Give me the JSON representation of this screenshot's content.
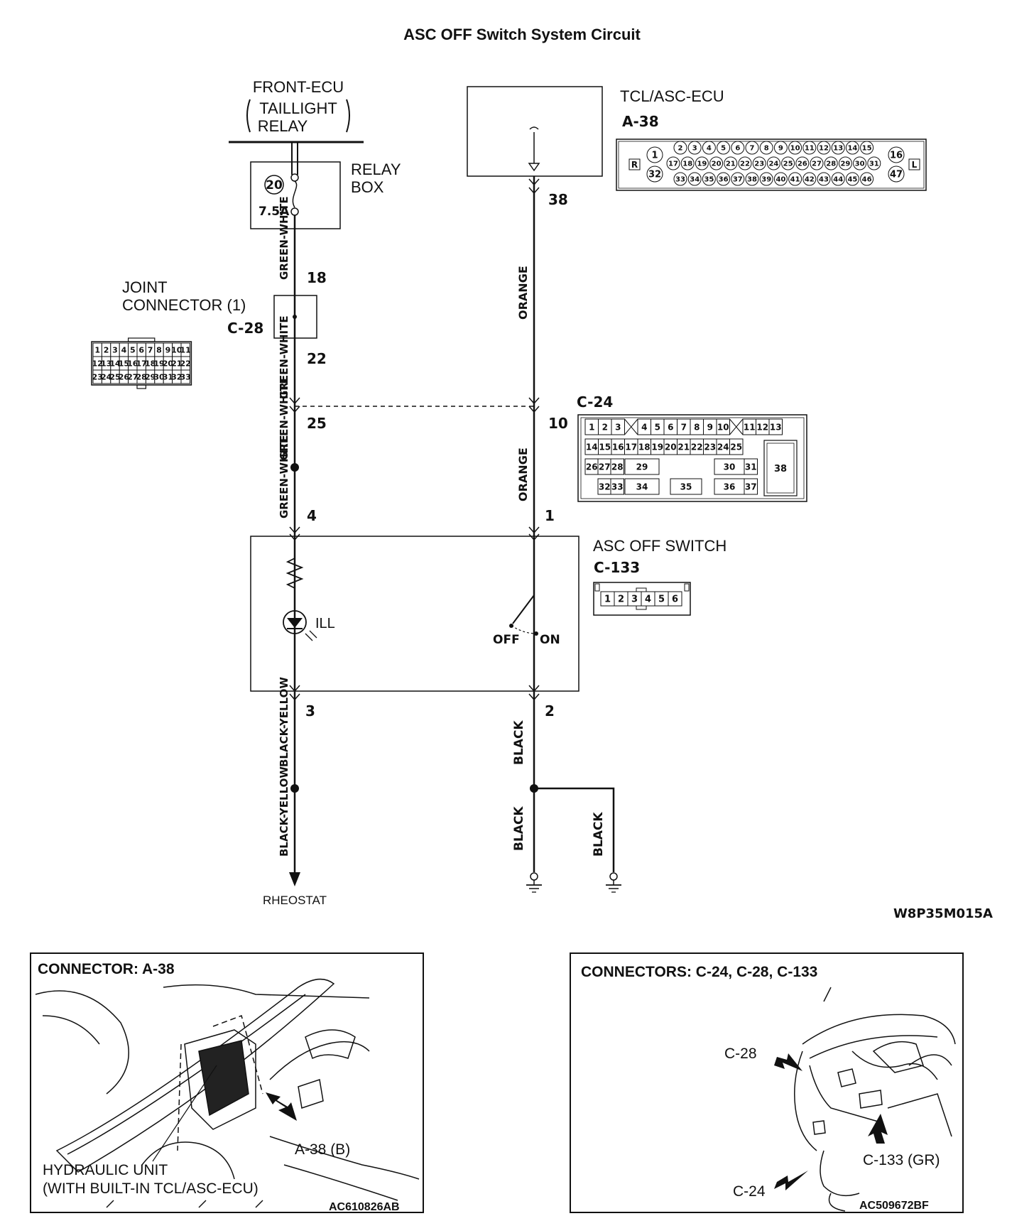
{
  "title": "ASC OFF Switch System Circuit",
  "front_ecu": {
    "line1": "FRONT-ECU",
    "line2": "TAILLIGHT",
    "line3": "RELAY"
  },
  "relay_box": {
    "line1": "RELAY",
    "line2": "BOX",
    "fuse_number": "20",
    "fuse_rating": "7.5A"
  },
  "tcl_ecu": {
    "label": "TCL/ASC-ECU",
    "connector": "A-38",
    "pin": "38",
    "pins_top": [
      "2",
      "3",
      "4",
      "5",
      "6",
      "7",
      "8",
      "9",
      "10",
      "11",
      "12",
      "13",
      "14",
      "15"
    ],
    "pins_mid": [
      "17",
      "18",
      "19",
      "20",
      "21",
      "22",
      "23",
      "24",
      "25",
      "26",
      "27",
      "28",
      "29",
      "30",
      "31"
    ],
    "pins_bot": [
      "33",
      "34",
      "35",
      "36",
      "37",
      "38",
      "39",
      "40",
      "41",
      "42",
      "43",
      "44",
      "45",
      "46"
    ],
    "pin_1": "1",
    "pin_32": "32",
    "pin_16": "16",
    "pin_47": "47",
    "mark_r": "R",
    "mark_l": "L"
  },
  "joint_connector": {
    "line1": "JOINT",
    "line2": "CONNECTOR (1)",
    "connector": "C-28",
    "pin_in": "18",
    "pin_out": "22",
    "rows": [
      [
        "1",
        "2",
        "3",
        "4",
        "5",
        "6",
        "7",
        "8",
        "9",
        "10",
        "11"
      ],
      [
        "12",
        "13",
        "14",
        "15",
        "16",
        "17",
        "18",
        "19",
        "20",
        "21",
        "22"
      ],
      [
        "23",
        "24",
        "25",
        "26",
        "27",
        "28",
        "29",
        "30",
        "31",
        "32",
        "33"
      ]
    ]
  },
  "c24": {
    "connector": "C-24",
    "pin_left": "25",
    "pin_right": "10",
    "row1": [
      "1",
      "2",
      "3",
      "",
      "4",
      "5",
      "6",
      "7",
      "8",
      "9",
      "10",
      "",
      "11",
      "12",
      "13"
    ],
    "row2": [
      "14",
      "15",
      "16",
      "17",
      "18",
      "19",
      "20",
      "21",
      "22",
      "23",
      "24",
      "25"
    ],
    "row3": [
      "26",
      "27",
      "28",
      "29",
      "30",
      "31"
    ],
    "row4": [
      "32",
      "33",
      "34",
      "35",
      "36",
      "37"
    ],
    "big": "38"
  },
  "asc_switch": {
    "label": "ASC OFF SWITCH",
    "connector": "C-133",
    "pins": [
      "1",
      "2",
      "3",
      "4",
      "5",
      "6"
    ],
    "pin_4": "4",
    "pin_1": "1",
    "pin_3": "3",
    "pin_2": "2",
    "ill": "ILL",
    "off": "OFF",
    "on": "ON"
  },
  "wires": {
    "green_white": "GREEN-WHITE",
    "orange": "ORANGE",
    "black_yellow": "BLACK-YELLOW",
    "black": "BLACK"
  },
  "rheostat": "RHEOSTAT",
  "diagram_code": "W8P35M015A",
  "panel_left": {
    "title": "CONNECTOR: A-38",
    "callout": "A-38 (B)",
    "unit_line1": "HYDRAULIC UNIT",
    "unit_line2": "(WITH BUILT-IN TCL/ASC-ECU)",
    "code": "AC610826AB"
  },
  "panel_right": {
    "title": "CONNECTORS: C-24, C-28, C-133",
    "c28": "C-28",
    "c133": "C-133 (GR)",
    "c24": "C-24",
    "code": "AC509672BF"
  }
}
